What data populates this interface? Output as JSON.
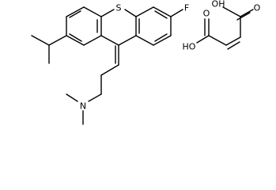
{
  "molecule": {
    "atoms": {
      "sulfur": "S",
      "fluorine": "F",
      "nitrogen": "N",
      "hydroxyl_left": "HO",
      "hydroxyl_right": "OH",
      "carbonyl_o_left": "O",
      "carbonyl_o_right": "O"
    }
  }
}
